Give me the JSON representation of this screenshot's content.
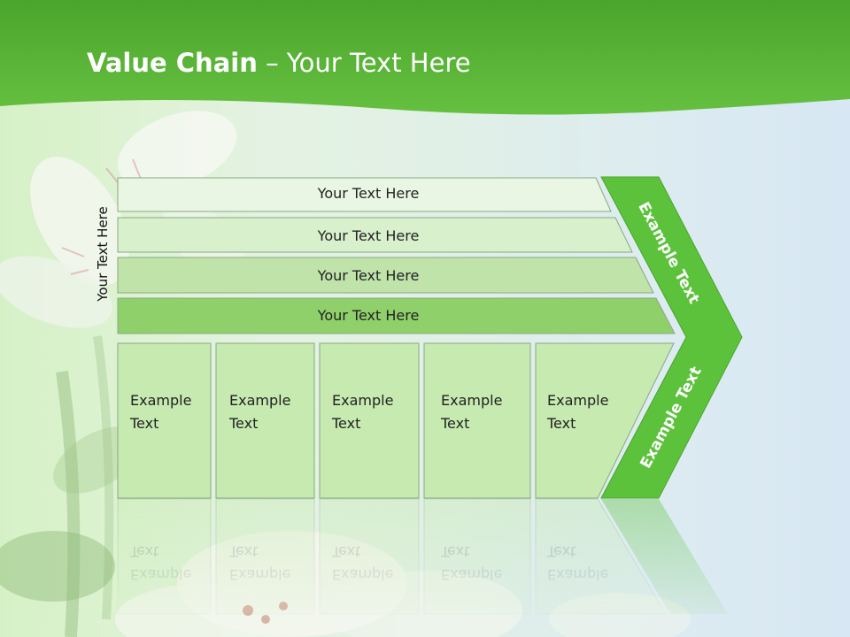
{
  "slide": {
    "title_bold": "Value Chain",
    "title_rest": " – Your Text Here",
    "side_label": "Your Text Here"
  },
  "support_rows": [
    {
      "label": "Your Text Here",
      "color": "#eaf6e4"
    },
    {
      "label": "Your Text Here",
      "color": "#d9f0cc"
    },
    {
      "label": "Your Text Here",
      "color": "#bfe3a9"
    },
    {
      "label": "Your Text Here",
      "color": "#8fd06a"
    }
  ],
  "primary_activities": [
    {
      "line1": "Example",
      "line2": "Text"
    },
    {
      "line1": "Example",
      "line2": "Text"
    },
    {
      "line1": "Example",
      "line2": "Text"
    },
    {
      "line1": "Example",
      "line2": "Text"
    },
    {
      "line1": "Example",
      "line2": "Text"
    }
  ],
  "margin_arrow": {
    "upper_label": "Example Text",
    "lower_label": "Example Text",
    "color": "#5cc23c"
  },
  "colors": {
    "header_green": "#5eb83a",
    "activity_fill": "#c6eab0",
    "border": "#8aa882"
  }
}
